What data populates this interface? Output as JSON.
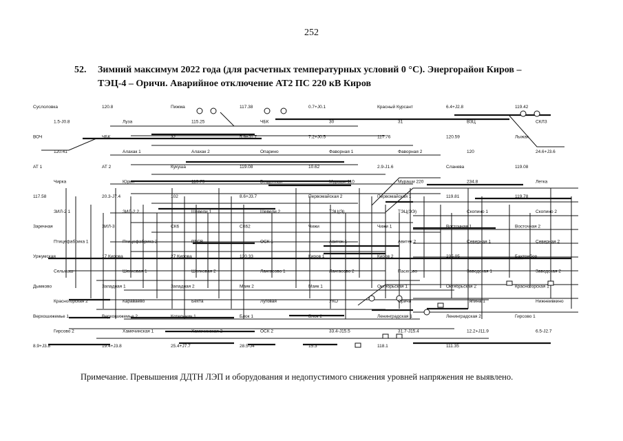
{
  "page_number": "252",
  "heading": {
    "number": "52.",
    "line1": "Зимний максимум 2022 года (для расчетных температурных условий 0 °С). Энергорайон Киров –",
    "line2": "ТЭЦ-4 – Оричи. Аварийное отключение АТ2 ПС 220 кВ Киров"
  },
  "diagram": {
    "labels": [
      "Суслоловка",
      "120.8",
      "Пижма",
      "117.38",
      "0.7+J0.1",
      "Красный Курсант",
      "6.4+J2.8",
      "119.42",
      "1.5-J0.8",
      "Луза",
      "115.25",
      "ЧБК",
      "30",
      "31",
      "ВЗЦ",
      "СКЛЗ",
      "ВОЧ",
      "ЧБК",
      "32",
      "5.9+J1.7",
      "7.2+J0.5",
      "117.76",
      "120.59",
      "Лыжак",
      "120.41",
      "Алахак 1",
      "Алахак 2",
      "Опарино",
      "Фаворная 1",
      "Фаворная 2",
      "120",
      "24.6+J3.6",
      "АТ 1",
      "АТ 2",
      "Кукуша",
      "119.08",
      "10.62",
      "2.9-J1.6",
      "Сланева",
      "119.08",
      "Чирка",
      "Юрья",
      "119.79",
      "Безденная",
      "Мураши 110",
      "Мураши 220",
      "234.8",
      "Летка",
      "117.58",
      "20.3-J7.4",
      "102",
      "8.6+J3.7",
      "Первомайская 2",
      "Первомайская 1",
      "119.81",
      "119.78",
      "ЗИЛ-2 1",
      "ЗИЛ-2 2",
      "Шевели 1",
      "Шевели 2",
      "ТЭЦ(Э)",
      "ТЭЦ(ЭЭ)",
      "Скопино 1",
      "Скопино 2",
      "Заречная",
      "ЗИЛ-3",
      "СК6",
      "СК62",
      "Чижи",
      "Чижи 1",
      "Восточная 1",
      "Восточная 2",
      "Птицефабрика 1",
      "Птицефабрика 2",
      "РТСВ",
      "ОСК 1",
      "Авитек 1",
      "Авитек 2",
      "Северная 1",
      "Северная 2",
      "Уржумская",
      "17 Кирова",
      "27 Кирова",
      "120.33",
      "Киров 1",
      "Киров 2",
      "235.05",
      "Бахтрибор",
      "Сельмаш",
      "Шелковая 1",
      "Шелковая 2",
      "Лангасово 1",
      "Лангасово 2",
      "Пасегово",
      "Заводская 1",
      "Заводская 2",
      "Дымково",
      "Западная 1",
      "Западная 2",
      "Маяк 2",
      "Маяк 1",
      "Октябрьская 1",
      "Октябрьская 2",
      "Красногорская 1",
      "Красногорская 2",
      "Караваево",
      "Бехта",
      "Луговая",
      "УКО",
      "Оричи",
      "Тяпина 1",
      "Нижнеивкино",
      "Верхошижемье 1",
      "Верхошижемье 2",
      "Котельнич 1",
      "Блок 1",
      "Блок 2",
      "Ленинградская 1",
      "Ленинградская 2",
      "Гирсово 1",
      "Гирсово 2",
      "Хамечинская 1",
      "Хамечинская 2",
      "ОСК 2",
      "33.4-J15.5",
      "31.7-J15.4",
      "12.2+J11.9",
      "6.5-J2.7",
      "8.9+J3.8",
      "19.4+J3.8",
      "25.4+J7.7",
      "28.5-J4",
      "15.3",
      "118.1",
      "111.35"
    ]
  },
  "note": "Примечание. Превышения ДДТН ЛЭП и оборудования и недопустимого снижения уровней напряжения не выявлено."
}
